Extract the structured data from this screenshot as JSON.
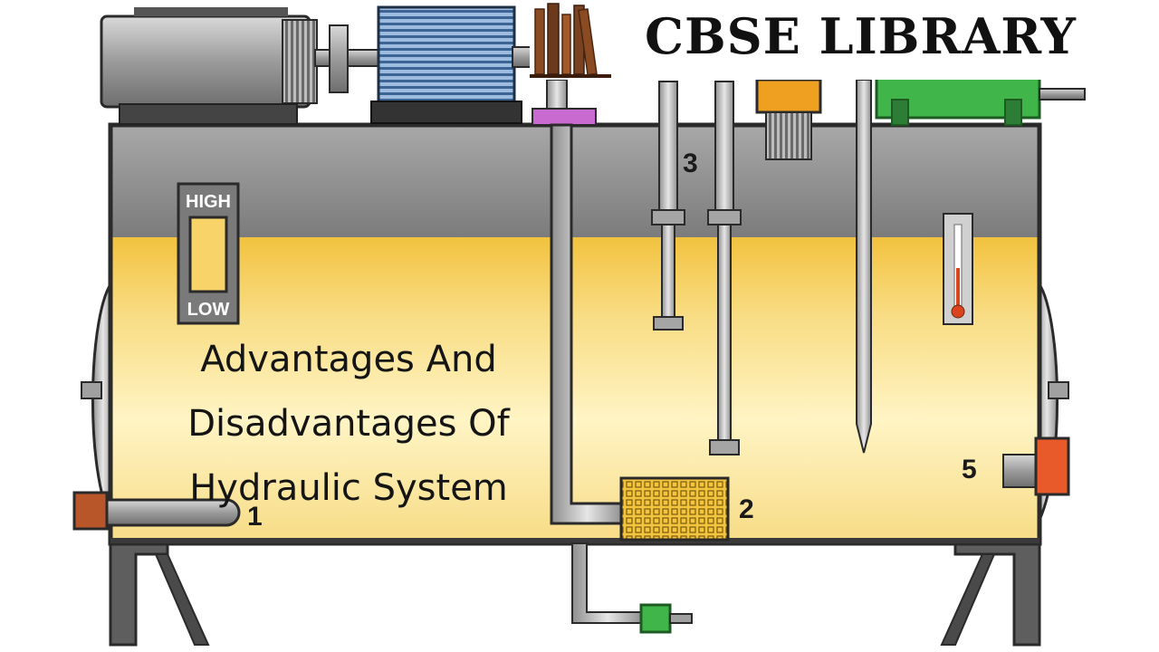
{
  "brand": {
    "name": "CBSE LIBRARY"
  },
  "title": {
    "line1": "Advantages And",
    "line2": "Disadvantages Of",
    "line3": "Hydraulic System"
  },
  "sight_gauge": {
    "high": "HIGH",
    "low": "LOW"
  },
  "callouts": [
    "1",
    "2",
    "3",
    "5"
  ],
  "colors": {
    "oil_top": "#f5c84a",
    "oil_bottom": "#fff6c8",
    "tank_steel": "#9a9a9a",
    "motor_blue": "#5f86b3",
    "plug_red": "#e85a2a",
    "valve_green": "#3fb54a",
    "filler_orange": "#f0a020",
    "strainer_yellow": "#f2c53d"
  }
}
